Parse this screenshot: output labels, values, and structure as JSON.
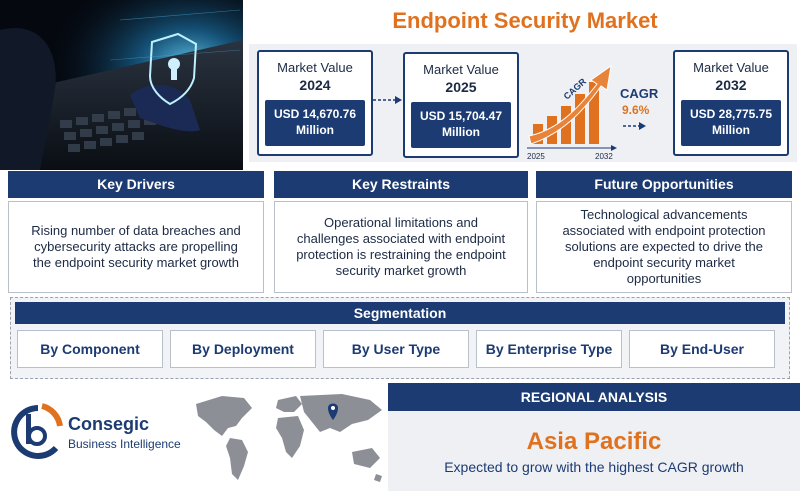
{
  "title": "Endpoint Security Market",
  "market_values": [
    {
      "label": "Market Value",
      "year": "2024",
      "value": "USD 14,670.76 Million"
    },
    {
      "label": "Market Value",
      "year": "2025",
      "value": "USD 15,704.47 Million"
    },
    {
      "label": "Market Value",
      "year": "2032",
      "value": "USD 28,775.75 Million"
    }
  ],
  "cagr": {
    "label": "CAGR",
    "value": "9.6%",
    "arrow_text": "CAGR",
    "start_year": "2025",
    "end_year": "2032"
  },
  "key_boxes": [
    {
      "heading": "Key Drivers",
      "text": "Rising number of data breaches and cybersecurity attacks are propelling the endpoint security market growth"
    },
    {
      "heading": "Key Restraints",
      "text": "Operational limitations and challenges associated with endpoint protection is restraining the endpoint security market growth"
    },
    {
      "heading": "Future Opportunities",
      "text": "Technological advancements associated with endpoint protection solutions are expected to drive the endpoint security market opportunities"
    }
  ],
  "segmentation": {
    "heading": "Segmentation",
    "items": [
      "By Component",
      "By Deployment",
      "By User Type",
      "By Enterprise Type",
      "By End-User"
    ]
  },
  "logo": {
    "name": "Consegic",
    "subtitle": "Business Intelligence"
  },
  "regional": {
    "heading": "REGIONAL ANALYSIS",
    "region": "Asia Pacific",
    "description": "Expected to grow with the highest CAGR growth"
  },
  "colors": {
    "navy": "#1c3b73",
    "orange": "#e0721f",
    "panel": "#eef0f4"
  }
}
